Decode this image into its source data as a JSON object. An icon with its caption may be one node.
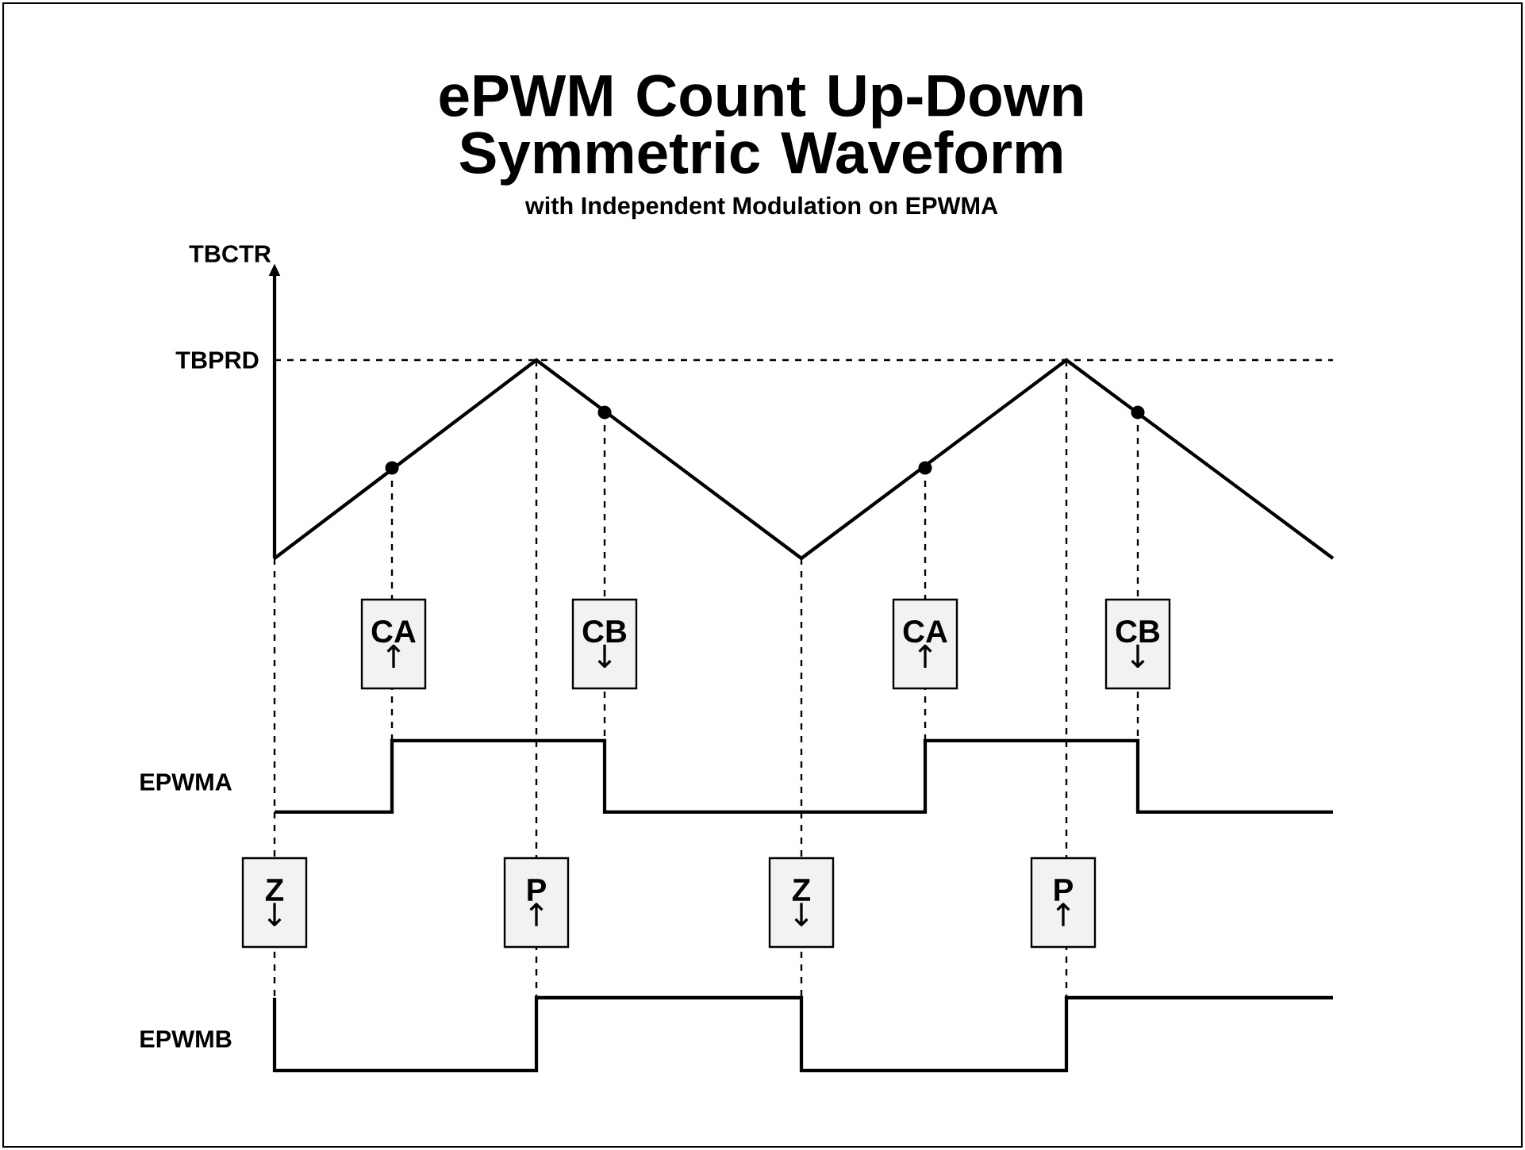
{
  "diagram": {
    "title": "ePWM Count Up-Down Symmetric Waveform",
    "nodes": [
      {
        "text": [
          "CA",
          "↑"
        ]
      },
      {
        "text": [
          "CB",
          "↓"
        ]
      },
      {
        "text": [
          "CA",
          "↑"
        ]
      },
      {
        "text": [
          "CB",
          "↓"
        ]
      },
      {
        "text": [
          "Z",
          "↓"
        ]
      },
      {
        "text": [
          "P",
          "↑"
        ]
      },
      {
        "text": [
          "Z",
          "↓"
        ]
      },
      {
        "text": [
          "P",
          "↑"
        ]
      }
    ],
    "labels": [
      "with Independent Modulation on EPWMA",
      "TBCTR",
      "TBPRD",
      "EPWMA",
      "EPWMB"
    ]
  }
}
